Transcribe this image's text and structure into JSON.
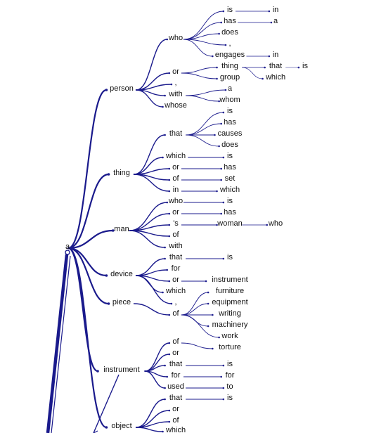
{
  "colors": {
    "edge": "#1a1a8c",
    "node": "#1f1f8f",
    "text": "#111111",
    "background": "#ffffff"
  },
  "tree": {
    "w": "a",
    "c": [
      {
        "w": "person",
        "c": [
          {
            "w": "who",
            "c": [
              {
                "w": "is",
                "c": [
                  {
                    "w": "in"
                  }
                ]
              },
              {
                "w": "has",
                "c": [
                  {
                    "w": "a"
                  }
                ]
              },
              {
                "w": "does"
              },
              {
                "w": ","
              },
              {
                "w": "engages",
                "c": [
                  {
                    "w": "in"
                  }
                ]
              }
            ]
          },
          {
            "w": "or",
            "c": [
              {
                "w": "thing",
                "c": [
                  {
                    "w": "that",
                    "c": [
                      {
                        "w": "is"
                      }
                    ]
                  },
                  {
                    "w": "which"
                  }
                ]
              },
              {
                "w": "group"
              }
            ]
          },
          {
            "w": ","
          },
          {
            "w": "with",
            "c": [
              {
                "w": "a"
              },
              {
                "w": "whom"
              }
            ]
          },
          {
            "w": "whose"
          }
        ]
      },
      {
        "w": "thing",
        "c": [
          {
            "w": "that",
            "c": [
              {
                "w": "is"
              },
              {
                "w": "has"
              },
              {
                "w": "causes"
              },
              {
                "w": "does"
              }
            ]
          },
          {
            "w": "which",
            "c": [
              {
                "w": "is"
              }
            ]
          },
          {
            "w": "or",
            "c": [
              {
                "w": "has"
              }
            ]
          },
          {
            "w": "of",
            "c": [
              {
                "w": "set"
              }
            ]
          },
          {
            "w": "in",
            "c": [
              {
                "w": "which"
              }
            ]
          }
        ]
      },
      {
        "w": "man",
        "c": [
          {
            "w": "who",
            "c": [
              {
                "w": "is"
              }
            ]
          },
          {
            "w": "or",
            "c": [
              {
                "w": "has"
              }
            ]
          },
          {
            "w": "'s",
            "c": [
              {
                "w": "woman",
                "c": [
                  {
                    "w": "who"
                  }
                ]
              }
            ]
          },
          {
            "w": "of"
          },
          {
            "w": "with"
          }
        ]
      },
      {
        "w": "device",
        "c": [
          {
            "w": "that",
            "c": [
              {
                "w": "is"
              }
            ]
          },
          {
            "w": "for"
          },
          {
            "w": "or",
            "c": [
              {
                "w": "instrument"
              }
            ]
          },
          {
            "w": "which"
          },
          {
            "w": ","
          }
        ]
      },
      {
        "w": "piece",
        "c": [
          {
            "w": "of",
            "c": [
              {
                "w": "furniture"
              },
              {
                "w": "equipment"
              },
              {
                "w": "writing"
              },
              {
                "w": "machinery"
              },
              {
                "w": "work"
              }
            ]
          }
        ]
      },
      {
        "w": "instrument",
        "c": [
          {
            "w": "of",
            "c": [
              {
                "w": "torture"
              }
            ]
          },
          {
            "w": "or"
          },
          {
            "w": "that",
            "c": [
              {
                "w": "is"
              }
            ]
          },
          {
            "w": "for",
            "c": [
              {
                "w": "for"
              }
            ]
          },
          {
            "w": "used",
            "c": [
              {
                "w": "to"
              }
            ]
          }
        ]
      },
      {
        "w": "object",
        "c": [
          {
            "w": "that",
            "c": [
              {
                "w": "is"
              }
            ]
          },
          {
            "w": "or"
          },
          {
            "w": "of"
          },
          {
            "w": "which"
          }
        ]
      }
    ]
  }
}
